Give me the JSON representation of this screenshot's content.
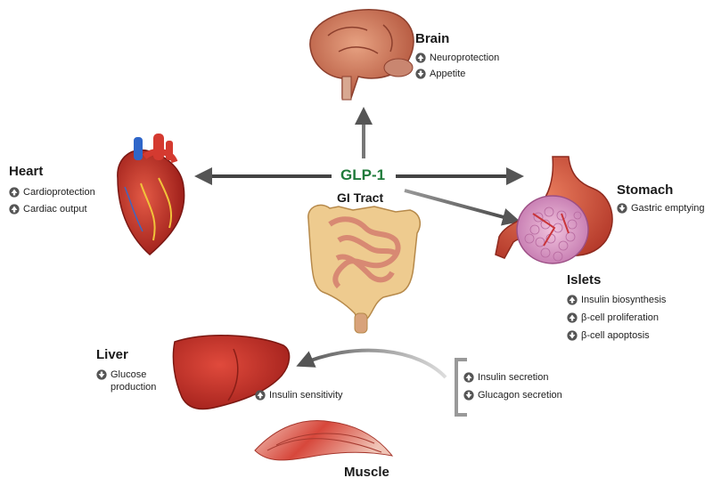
{
  "center": {
    "hormone": "GLP-1",
    "source": "GI Tract"
  },
  "brain": {
    "title": "Brain",
    "items": [
      {
        "dir": "up",
        "text": "Neuroprotection"
      },
      {
        "dir": "down",
        "text": "Appetite"
      }
    ]
  },
  "heart": {
    "title": "Heart",
    "items": [
      {
        "dir": "up",
        "text": "Cardioprotection"
      },
      {
        "dir": "up",
        "text": "Cardiac output"
      }
    ]
  },
  "stomach": {
    "title": "Stomach",
    "items": [
      {
        "dir": "down",
        "text": "Gastric emptying"
      }
    ]
  },
  "islets": {
    "title": "Islets",
    "items": [
      {
        "dir": "up",
        "text": "Insulin biosynthesis"
      },
      {
        "dir": "up",
        "text": "β-cell proliferation"
      },
      {
        "dir": "down",
        "text": "β-cell apoptosis"
      }
    ]
  },
  "liver": {
    "title": "Liver",
    "items": [
      {
        "dir": "down",
        "text": "Glucose",
        "text2": "production"
      }
    ]
  },
  "muscle": {
    "title": "Muscle",
    "items": [
      {
        "dir": "up",
        "text": "Insulin sensitivity"
      }
    ]
  },
  "pancreas_output": {
    "items": [
      {
        "dir": "up",
        "text": "Insulin secretion"
      },
      {
        "dir": "down",
        "text": "Glucagon secretion"
      }
    ]
  },
  "colors": {
    "arrow": "#555555",
    "hormone": "#1f7a3a",
    "organ_red": "#c8362e"
  }
}
